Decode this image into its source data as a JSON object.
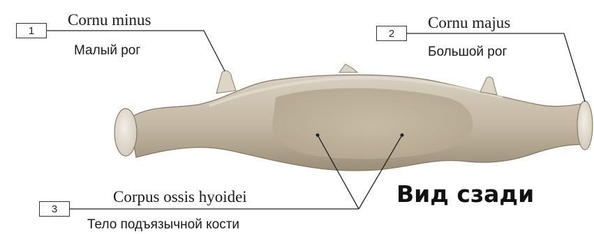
{
  "labels": [
    {
      "number": "1",
      "latin": "Cornu minus",
      "russian": "Малый рог"
    },
    {
      "number": "2",
      "latin": "Cornu majus",
      "russian": "Большой рог"
    },
    {
      "number": "3",
      "latin": "Corpus ossis hyoidei",
      "russian": "Тело подъязычной кости"
    }
  ],
  "view_caption": "Вид сзади"
}
